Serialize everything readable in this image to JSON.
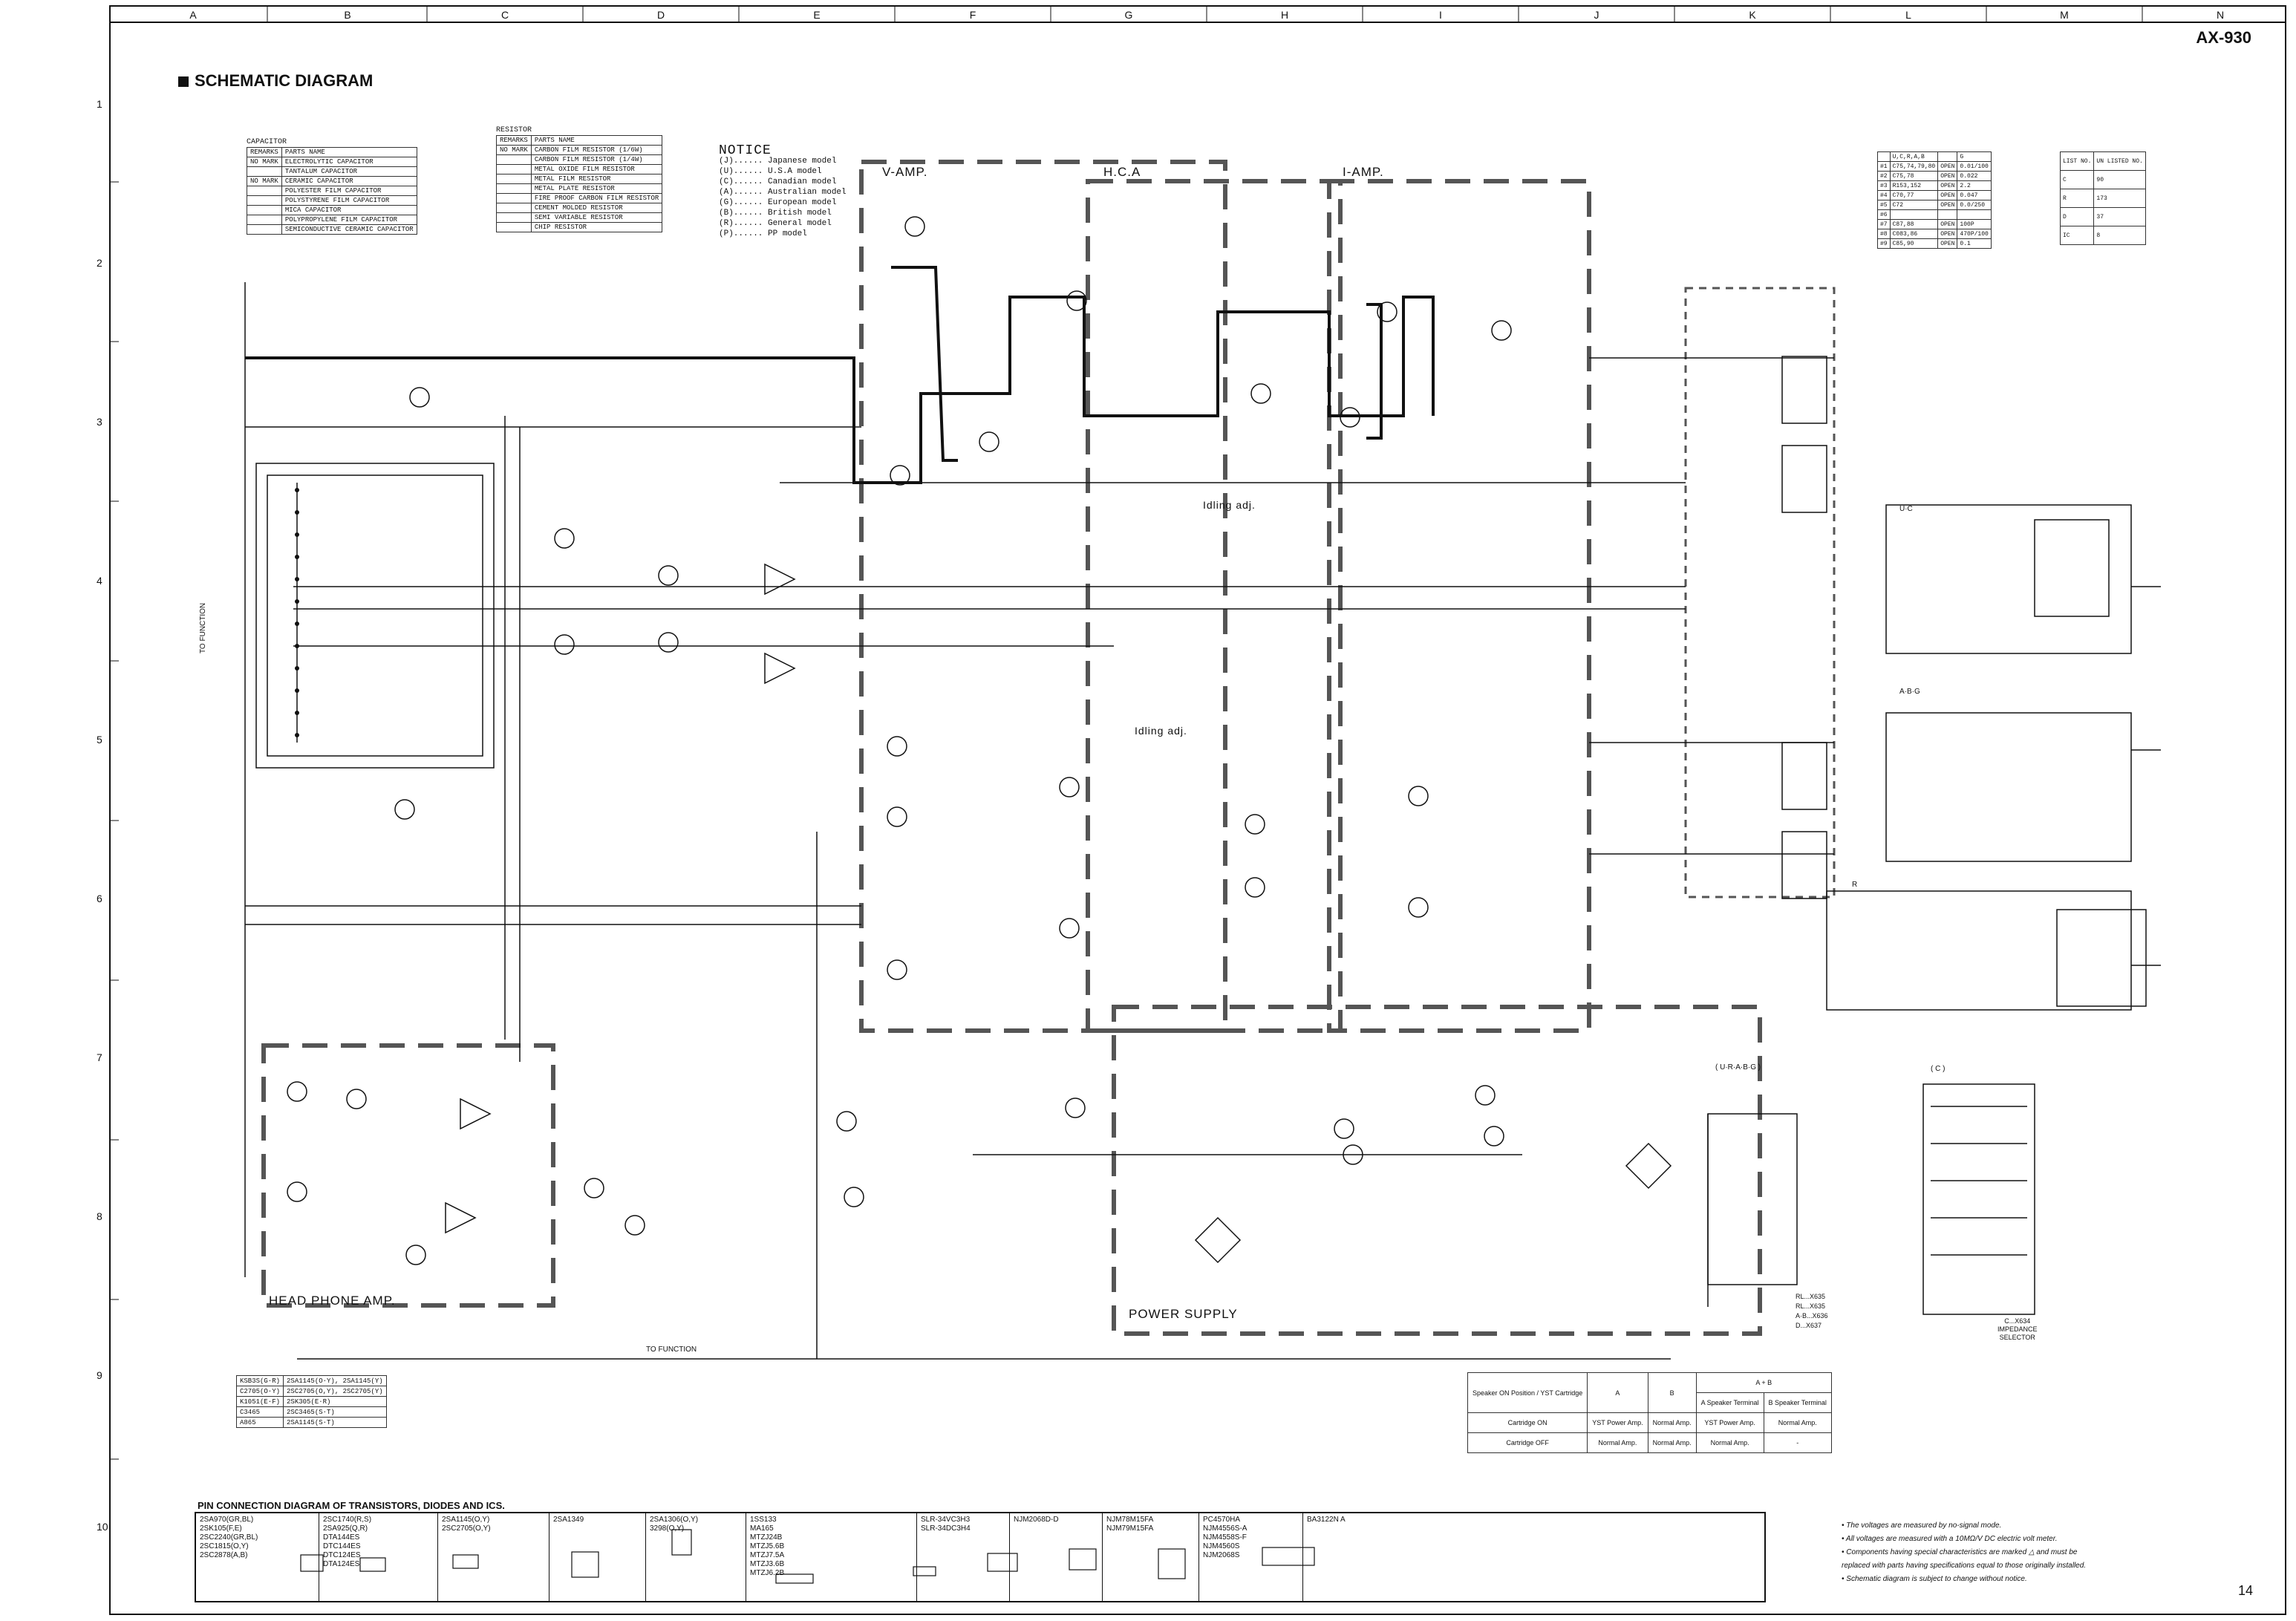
{
  "header": {
    "model": "AX-930",
    "title": "SCHEMATIC DIAGRAM",
    "page_number": "14",
    "columns": [
      "A",
      "B",
      "C",
      "D",
      "E",
      "F",
      "G",
      "H",
      "I",
      "J",
      "K",
      "L",
      "M",
      "N"
    ],
    "rows": [
      "1",
      "2",
      "3",
      "4",
      "5",
      "6",
      "7",
      "8",
      "9",
      "10"
    ]
  },
  "capacitor_legend": {
    "title": "CAPACITOR",
    "head": [
      "REMARKS",
      "PARTS NAME"
    ],
    "rows": [
      [
        "NO MARK",
        "ELECTROLYTIC CAPACITOR"
      ],
      [
        "",
        "TANTALUM CAPACITOR"
      ],
      [
        "NO MARK",
        "CERAMIC CAPACITOR"
      ],
      [
        "",
        "POLYESTER FILM CAPACITOR"
      ],
      [
        "",
        "POLYSTYRENE FILM CAPACITOR"
      ],
      [
        "",
        "MICA CAPACITOR"
      ],
      [
        "",
        "POLYPROPYLENE FILM CAPACITOR"
      ],
      [
        "",
        "SEMICONDUCTIVE CERAMIC CAPACITOR"
      ]
    ]
  },
  "resistor_legend": {
    "title": "RESISTOR",
    "head": [
      "REMARKS",
      "PARTS NAME"
    ],
    "rows": [
      [
        "NO MARK",
        "CARBON FILM RESISTOR  (1/6W)"
      ],
      [
        "",
        "CARBON FILM RESISTOR  (1/4W)"
      ],
      [
        "",
        "METAL OXIDE FILM RESISTOR"
      ],
      [
        "",
        "METAL FILM RESISTOR"
      ],
      [
        "",
        "METAL PLATE RESISTOR"
      ],
      [
        "",
        "FIRE PROOF CARBON FILM RESISTOR"
      ],
      [
        "",
        "CEMENT MOLDED RESISTOR"
      ],
      [
        "",
        "SEMI VARIABLE RESISTOR"
      ],
      [
        "",
        "CHIP RESISTOR"
      ]
    ]
  },
  "notice": {
    "title": "NOTICE",
    "lines": [
      "(J)...... Japanese model",
      "(U)...... U.S.A model",
      "(C)...... Canadian model",
      "(A)...... Australian model",
      "(G)...... European model",
      "(B)...... British model",
      "(R)...... General model",
      "(P)...... PP model"
    ]
  },
  "blocks": {
    "v_amp": "V-AMP.",
    "hca": "H.C.A",
    "i_amp": "I-AMP.",
    "headphone": "HEAD PHONE AMP.",
    "power_supply": "POWER SUPPLY",
    "idling_1": "Idling adj.",
    "idling_2": "Idling adj.",
    "to_function_1": "TO FUNCTION",
    "to_function_2": "TO FUNCTION",
    "regions": [
      "U·C",
      "A·B·G",
      "R",
      "( U·R·A·B·G )",
      "( C )"
    ]
  },
  "transistor_table": [
    [
      "KSB3S(G·R)",
      "2SA1145(O·Y), 2SA1145(Y)"
    ],
    [
      "C2705(O·Y)",
      "2SC2705(O,Y), 2SC2705(Y)"
    ],
    [
      "K1051(E·F)",
      "2SK305(E·R)"
    ],
    [
      "C3465",
      "2SC3465(S·T)"
    ],
    [
      "A865",
      "2SA1145(S·T)"
    ]
  ],
  "yst_table": {
    "head": [
      "Speaker ON Position / YST Cartridge",
      "A",
      "B",
      "A + B"
    ],
    "subhead": [
      "A Speaker Terminal",
      "B Speaker Terminal"
    ],
    "rows": [
      [
        "Cartridge ON",
        "YST Power Amp.",
        "Normal Amp.",
        "YST Power Amp.",
        "Normal Amp."
      ],
      [
        "Cartridge OFF",
        "Normal Amp.",
        "Normal Amp.",
        "Normal Amp.",
        "-"
      ]
    ]
  },
  "model_table": {
    "head": [
      "",
      "U,C,R,A,B",
      "G"
    ],
    "rows": [
      [
        "#1",
        "C75,74,79,80",
        "OPEN",
        "0.01/100"
      ],
      [
        "#2",
        "C75,78",
        "OPEN",
        "0.022"
      ],
      [
        "#3",
        "R153,152",
        "OPEN",
        "2.2"
      ],
      [
        "#4",
        "C70,77",
        "OPEN",
        "0.047"
      ],
      [
        "#5",
        "C72",
        "OPEN",
        "0.0/250"
      ],
      [
        "#6",
        "",
        "",
        ""
      ],
      [
        "#7",
        "C87,88",
        "OPEN",
        "100P"
      ],
      [
        "#8",
        "C083,86",
        "OPEN",
        "470P/100"
      ],
      [
        "#9",
        "C85,90",
        "OPEN",
        "0.1"
      ]
    ]
  },
  "list_table": {
    "head": [
      "LIST NO.",
      "UN LISTED NO."
    ],
    "rows": [
      [
        "C",
        "90"
      ],
      [
        "R",
        "173"
      ],
      [
        "D",
        "37"
      ],
      [
        "IC",
        "8"
      ]
    ]
  },
  "jumpers": [
    "RL...X635",
    "RL...X635",
    "A·B...X636",
    "D...X637"
  ],
  "selector": [
    "C...X634",
    "IMPEDANCE",
    "SELECTOR"
  ],
  "pin_section": {
    "heading": "PIN CONNECTION DIAGRAM OF TRANSISTORS, DIODES AND ICS.",
    "groups": [
      [
        "2SA970(GR,BL)",
        "2SK105(F,E)",
        "2SC2240(GR,BL)",
        "2SC1815(O,Y)",
        "2SC2878(A,B)"
      ],
      [
        "2SC1740(R,S)",
        "2SA925(Q,R)",
        "DTA144ES",
        "DTC144ES",
        "DTC124ES",
        "DTA124ES"
      ],
      [
        "2SA1145(O,Y)",
        "2SC2705(O,Y)"
      ],
      [
        "2SA1349"
      ],
      [
        "2SA1306(O,Y)",
        "3298(O,Y)"
      ],
      [
        "1SS133",
        "MA165",
        "MTZJ24B",
        "MTZJ5.6B",
        "MTZJ7.5A",
        "MTZJ3.6B",
        "MTZJ6.2B"
      ],
      [
        "SLR-34VC3H3",
        "SLR-34DC3H4"
      ],
      [
        "NJM2068D-D"
      ],
      [
        "NJM78M15FA",
        "NJM79M15FA"
      ],
      [
        "PC4570HA",
        "NJM4556S-A",
        "NJM4558S-F",
        "NJM4560S",
        "NJM2068S"
      ],
      [
        "BA3122N A"
      ]
    ]
  },
  "footnotes": [
    "• The voltages are measured by no-signal mode.",
    "• All voltages are measured with a 10MΩ/V DC electric volt meter.",
    "• Components having special characteristics are marked △ and must be",
    "  replaced with parts having specifications equal to those originally installed.",
    "• Schematic diagram is subject to change without notice."
  ],
  "colors": {
    "ink": "#111111",
    "paper": "#ffffff",
    "dash": "#666666"
  }
}
